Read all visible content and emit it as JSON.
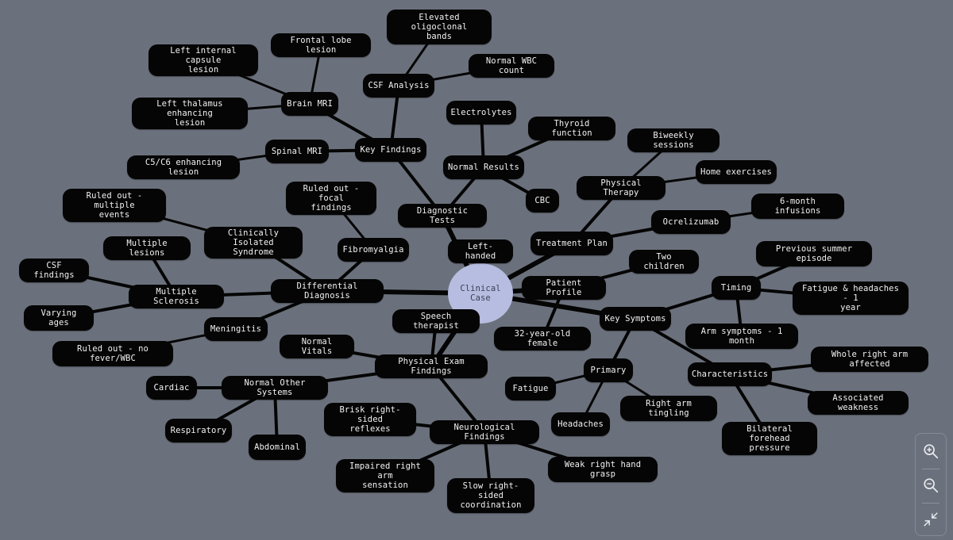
{
  "nodes": [
    {
      "id": "center",
      "label": "Clinical Case"
    },
    {
      "id": "dx",
      "label": "Diagnostic Tests"
    },
    {
      "id": "kf",
      "label": "Key Findings"
    },
    {
      "id": "brain",
      "label": "Brain MRI"
    },
    {
      "id": "frontal",
      "label": "Frontal lobe lesion"
    },
    {
      "id": "capsule",
      "label": "Left internal capsule\nlesion"
    },
    {
      "id": "thalamus",
      "label": "Left thalamus enhancing\nlesion"
    },
    {
      "id": "csf",
      "label": "CSF Analysis"
    },
    {
      "id": "oligo",
      "label": "Elevated oligoclonal\nbands"
    },
    {
      "id": "wbc",
      "label": "Normal WBC count"
    },
    {
      "id": "spinal",
      "label": "Spinal MRI"
    },
    {
      "id": "c5c6",
      "label": "C5/C6 enhancing lesion"
    },
    {
      "id": "normres",
      "label": "Normal Results"
    },
    {
      "id": "electro",
      "label": "Electrolytes"
    },
    {
      "id": "thyroid",
      "label": "Thyroid function"
    },
    {
      "id": "cbc",
      "label": "CBC"
    },
    {
      "id": "lefthanded",
      "label": "Left-handed"
    },
    {
      "id": "tp",
      "label": "Treatment Plan"
    },
    {
      "id": "pt",
      "label": "Physical Therapy"
    },
    {
      "id": "biweekly",
      "label": "Biweekly sessions"
    },
    {
      "id": "homeex",
      "label": "Home exercises"
    },
    {
      "id": "ocre",
      "label": "Ocrelizumab"
    },
    {
      "id": "infusions",
      "label": "6-month infusions"
    },
    {
      "id": "pp",
      "label": "Patient Profile"
    },
    {
      "id": "twochildren",
      "label": "Two children"
    },
    {
      "id": "age",
      "label": "32-year-old female"
    },
    {
      "id": "ks",
      "label": "Key Symptoms"
    },
    {
      "id": "timing",
      "label": "Timing"
    },
    {
      "id": "summer",
      "label": "Previous summer episode"
    },
    {
      "id": "fatigue1y",
      "label": "Fatigue & headaches - 1\nyear"
    },
    {
      "id": "arm1m",
      "label": "Arm symptoms - 1 month"
    },
    {
      "id": "chars",
      "label": "Characteristics"
    },
    {
      "id": "wholearm",
      "label": "Whole right arm affected"
    },
    {
      "id": "weakness",
      "label": "Associated weakness"
    },
    {
      "id": "forehead",
      "label": "Bilateral forehead\npressure"
    },
    {
      "id": "primary",
      "label": "Primary"
    },
    {
      "id": "fatigue",
      "label": "Fatigue"
    },
    {
      "id": "tingling",
      "label": "Right arm tingling"
    },
    {
      "id": "headaches",
      "label": "Headaches"
    },
    {
      "id": "pef",
      "label": "Physical Exam Findings"
    },
    {
      "id": "speech",
      "label": "Speech therapist"
    },
    {
      "id": "vitals",
      "label": "Normal Vitals"
    },
    {
      "id": "nos",
      "label": "Normal Other Systems"
    },
    {
      "id": "cardiac",
      "label": "Cardiac"
    },
    {
      "id": "resp",
      "label": "Respiratory"
    },
    {
      "id": "abdominal",
      "label": "Abdominal"
    },
    {
      "id": "neuro",
      "label": "Neurological Findings"
    },
    {
      "id": "reflexes",
      "label": "Brisk right-sided\nreflexes"
    },
    {
      "id": "grasp",
      "label": "Weak right hand grasp"
    },
    {
      "id": "sensation",
      "label": "Impaired right arm\nsensation"
    },
    {
      "id": "coord",
      "label": "Slow right-sided\ncoordination"
    },
    {
      "id": "dd",
      "label": "Differential Diagnosis"
    },
    {
      "id": "cis",
      "label": "Clinically Isolated\nSyndrome"
    },
    {
      "id": "multievents",
      "label": "Ruled out - multiple\nevents"
    },
    {
      "id": "fibro",
      "label": "Fibromyalgia"
    },
    {
      "id": "focal",
      "label": "Ruled out - focal\nfindings"
    },
    {
      "id": "ms",
      "label": "Multiple Sclerosis"
    },
    {
      "id": "multilesions",
      "label": "Multiple lesions"
    },
    {
      "id": "csffind",
      "label": "CSF findings"
    },
    {
      "id": "varyingages",
      "label": "Varying ages"
    },
    {
      "id": "mening",
      "label": "Meningitis"
    },
    {
      "id": "nofever",
      "label": "Ruled out - no fever/WBC"
    }
  ],
  "edges": [
    [
      "center",
      "dx"
    ],
    [
      "dx",
      "kf"
    ],
    [
      "kf",
      "brain"
    ],
    [
      "brain",
      "frontal"
    ],
    [
      "brain",
      "capsule"
    ],
    [
      "brain",
      "thalamus"
    ],
    [
      "kf",
      "csf"
    ],
    [
      "csf",
      "oligo"
    ],
    [
      "csf",
      "wbc"
    ],
    [
      "kf",
      "spinal"
    ],
    [
      "spinal",
      "c5c6"
    ],
    [
      "dx",
      "normres"
    ],
    [
      "normres",
      "electro"
    ],
    [
      "normres",
      "thyroid"
    ],
    [
      "normres",
      "cbc"
    ],
    [
      "center",
      "lefthanded"
    ],
    [
      "center",
      "tp"
    ],
    [
      "tp",
      "pt"
    ],
    [
      "pt",
      "biweekly"
    ],
    [
      "pt",
      "homeex"
    ],
    [
      "tp",
      "ocre"
    ],
    [
      "ocre",
      "infusions"
    ],
    [
      "center",
      "pp"
    ],
    [
      "pp",
      "twochildren"
    ],
    [
      "pp",
      "age"
    ],
    [
      "center",
      "ks"
    ],
    [
      "ks",
      "timing"
    ],
    [
      "timing",
      "summer"
    ],
    [
      "timing",
      "fatigue1y"
    ],
    [
      "timing",
      "arm1m"
    ],
    [
      "ks",
      "chars"
    ],
    [
      "chars",
      "wholearm"
    ],
    [
      "chars",
      "weakness"
    ],
    [
      "chars",
      "forehead"
    ],
    [
      "ks",
      "primary"
    ],
    [
      "primary",
      "fatigue"
    ],
    [
      "primary",
      "tingling"
    ],
    [
      "primary",
      "headaches"
    ],
    [
      "center",
      "pef"
    ],
    [
      "pef",
      "speech"
    ],
    [
      "pef",
      "vitals"
    ],
    [
      "pef",
      "nos"
    ],
    [
      "nos",
      "cardiac"
    ],
    [
      "nos",
      "resp"
    ],
    [
      "nos",
      "abdominal"
    ],
    [
      "pef",
      "neuro"
    ],
    [
      "neuro",
      "reflexes"
    ],
    [
      "neuro",
      "grasp"
    ],
    [
      "neuro",
      "sensation"
    ],
    [
      "neuro",
      "coord"
    ],
    [
      "center",
      "dd"
    ],
    [
      "dd",
      "cis"
    ],
    [
      "cis",
      "multievents"
    ],
    [
      "dd",
      "fibro"
    ],
    [
      "fibro",
      "focal"
    ],
    [
      "dd",
      "ms"
    ],
    [
      "ms",
      "multilesions"
    ],
    [
      "ms",
      "csffind"
    ],
    [
      "ms",
      "varyingages"
    ],
    [
      "dd",
      "mening"
    ],
    [
      "mening",
      "nofever"
    ]
  ],
  "controls": {
    "zoom_in_icon": "zoom-in-icon",
    "zoom_out_icon": "zoom-out-icon",
    "fit_icon": "collapse-icon"
  },
  "colors": {
    "background": "#6b717c",
    "node": "#050505",
    "node_text": "#f2f2f2",
    "center": "#b6bde0",
    "edge": "#050505"
  }
}
